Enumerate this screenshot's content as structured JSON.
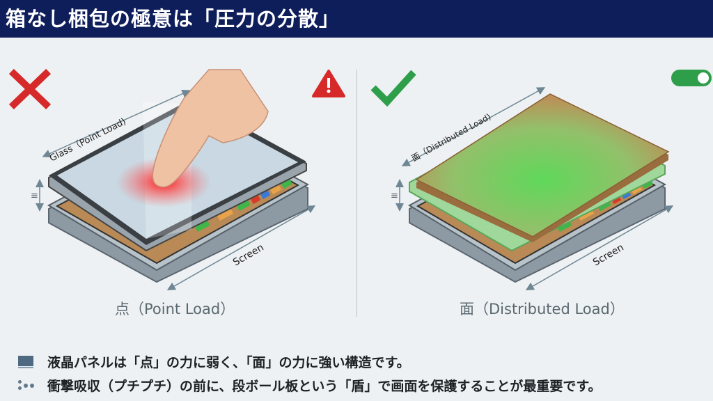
{
  "title": "箱なし梱包の極意は「圧力の分散」",
  "left": {
    "status_icon": "red-x-icon",
    "warning_icon": "warning-triangle-icon",
    "top_label": "Glass（Point Load)",
    "bottom_label": "Screen",
    "gap_label": "≡",
    "caption": "点（Point Load）"
  },
  "right": {
    "status_icon": "green-check-icon",
    "toggle_icon": "toggle-on-icon",
    "top_label": "面（Distributed Load)",
    "bottom_label": "Screen",
    "gap_label": "≡",
    "caption": "面（Distributed Load）"
  },
  "bullets": [
    {
      "icon": "lcd-panel-icon",
      "text": "液晶パネルは「点」の力に弱く、「面」の力に強い構造です。"
    },
    {
      "icon": "bubble-wrap-icon",
      "text": "衝撃吸収（プチプチ）の前に、段ボール板という「盾」で画面を保護することが最重要です。"
    }
  ],
  "colors": {
    "title_bg": "#0e1e5b",
    "bad": "#d62a2a",
    "good": "#2e9e4a",
    "cardboard": "#c08a55"
  }
}
